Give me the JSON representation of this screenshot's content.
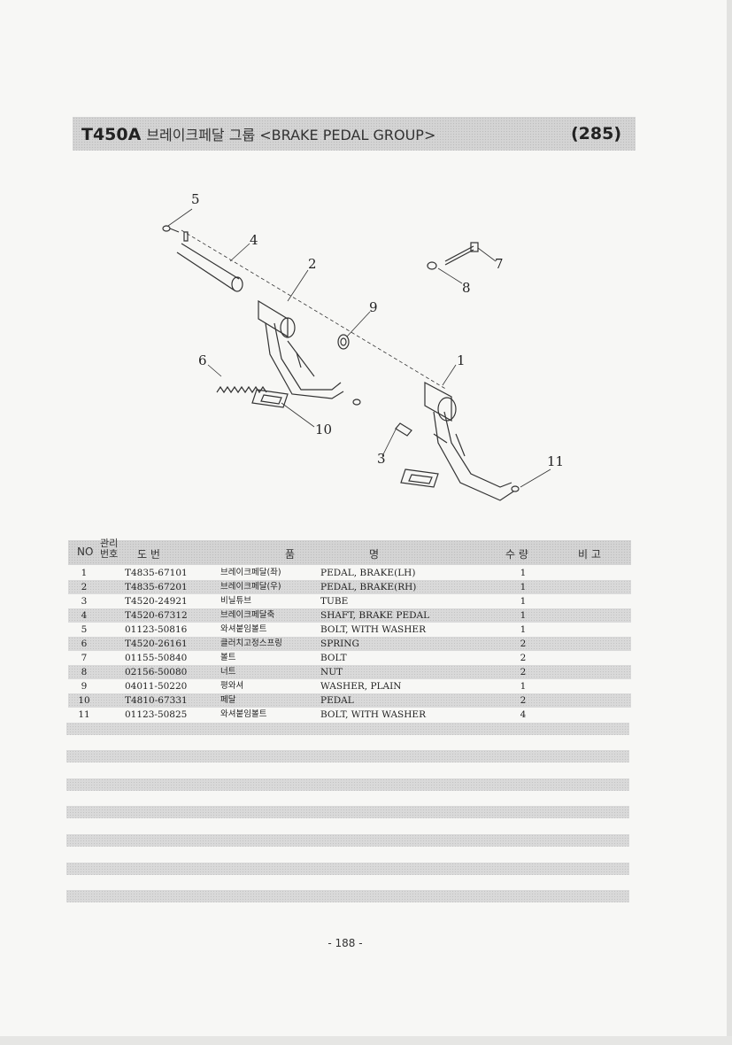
{
  "header": {
    "model": "T450A",
    "title": "브레이크페달 그룹 <BRAKE PEDAL GROUP>",
    "page_ref": "(285)"
  },
  "diagram": {
    "callouts": [
      "5",
      "4",
      "2",
      "7",
      "8",
      "9",
      "1",
      "6",
      "10",
      "3",
      "11"
    ]
  },
  "table": {
    "headers": {
      "no": "NO",
      "mgmt_no": "관리번호",
      "drawing_no": "도   번",
      "name_left": "품",
      "name_right": "명",
      "qty": "수   량",
      "remarks": "비   고"
    },
    "rows": [
      {
        "no": "1",
        "part": "T4835-67101",
        "kr": "브레이크페달(좌)",
        "en": "PEDAL, BRAKE(LH)",
        "qty": "1"
      },
      {
        "no": "2",
        "part": "T4835-67201",
        "kr": "브레이크페달(우)",
        "en": "PEDAL, BRAKE(RH)",
        "qty": "1"
      },
      {
        "no": "3",
        "part": "T4520-24921",
        "kr": "비닐튜브",
        "en": "TUBE",
        "qty": "1"
      },
      {
        "no": "4",
        "part": "T4520-67312",
        "kr": "브레이크페달축",
        "en": "SHAFT, BRAKE PEDAL",
        "qty": "1"
      },
      {
        "no": "5",
        "part": "01123-50816",
        "kr": "와셔붙임볼트",
        "en": "BOLT, WITH WASHER",
        "qty": "1"
      },
      {
        "no": "6",
        "part": "T4520-26161",
        "kr": "클러치고정스프링",
        "en": "SPRING",
        "qty": "2"
      },
      {
        "no": "7",
        "part": "01155-50840",
        "kr": "볼트",
        "en": "BOLT",
        "qty": "2"
      },
      {
        "no": "8",
        "part": "02156-50080",
        "kr": "너트",
        "en": "NUT",
        "qty": "2"
      },
      {
        "no": "9",
        "part": "04011-50220",
        "kr": "평와셔",
        "en": "WASHER, PLAIN",
        "qty": "1"
      },
      {
        "no": "10",
        "part": "T4810-67331",
        "kr": "페달",
        "en": "PEDAL",
        "qty": "2"
      },
      {
        "no": "11",
        "part": "01123-50825",
        "kr": "와셔붙임볼트",
        "en": "BOLT, WITH WASHER",
        "qty": "4"
      }
    ]
  },
  "footer": {
    "page_number": "- 188 -"
  }
}
